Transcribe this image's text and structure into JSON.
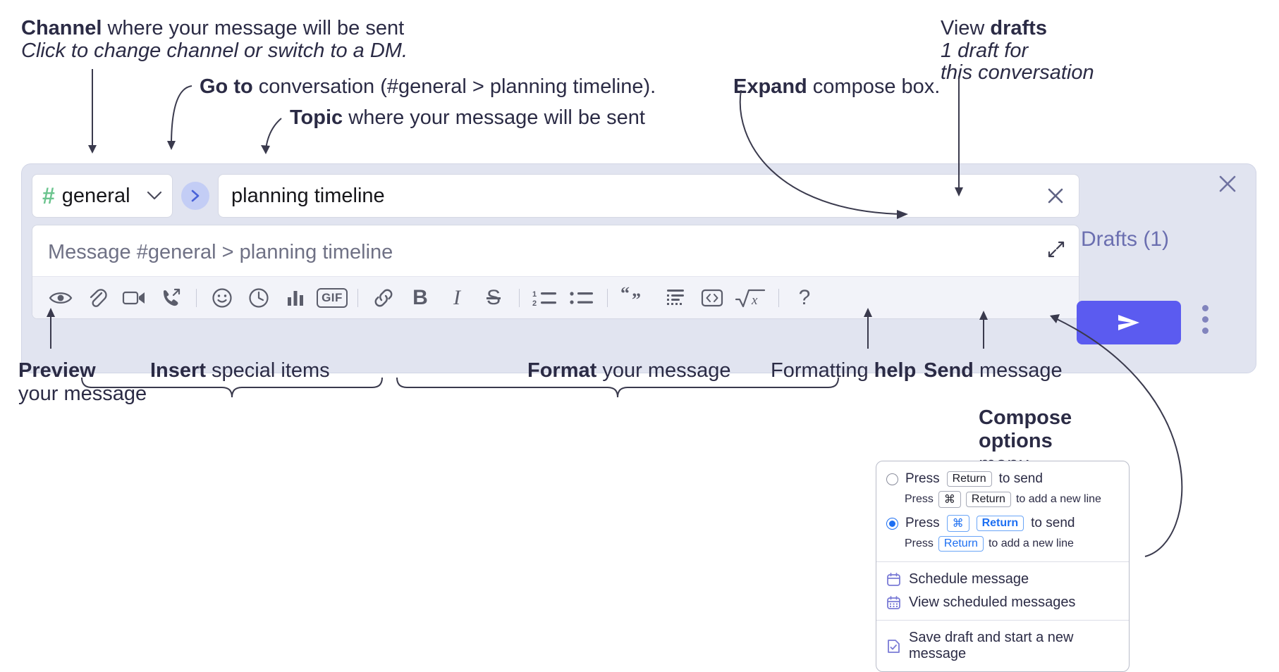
{
  "annotations": {
    "channel": {
      "bold": "Channel",
      "rest": " where your message will be sent",
      "sub": "Click to change channel or switch to a DM."
    },
    "goto": {
      "bold": "Go to",
      "rest": " conversation (#general > planning timeline)."
    },
    "topic": {
      "bold": "Topic",
      "rest": " where your message will be sent"
    },
    "expand": {
      "bold": "Expand",
      "rest": " compose box."
    },
    "drafts": {
      "pre": "View ",
      "bold": "drafts",
      "sub1": "1 draft for",
      "sub2": "this conversation"
    },
    "preview": {
      "bold": "Preview",
      "rest": "your message"
    },
    "insert": {
      "bold": "Insert",
      "rest": " special items"
    },
    "format": {
      "bold": "Format",
      "rest": " your message"
    },
    "help": {
      "pre": "Formatting ",
      "bold": "help"
    },
    "send": {
      "bold": "Send",
      "rest": " message"
    },
    "compose_options": {
      "l1": "Compose",
      "l2": "options",
      "l3": "menu"
    }
  },
  "compose": {
    "channel": {
      "hash": "#",
      "name": "general",
      "chevron": "chevron-down"
    },
    "goto_label": "go-to-conversation",
    "topic": {
      "value": "planning timeline",
      "clear": "clear-topic"
    },
    "message": {
      "placeholder": "Message #general > planning timeline"
    },
    "expand_label": "expand-compose-box",
    "drafts_label": "Drafts (1)",
    "send_label": "send",
    "close_label": "close-compose",
    "kebab_label": "compose-options",
    "toolbar": [
      {
        "name": "preview-icon",
        "kind": "eye"
      },
      {
        "name": "attachment-icon",
        "kind": "paperclip"
      },
      {
        "name": "video-icon",
        "kind": "video"
      },
      {
        "name": "huddle-icon",
        "kind": "phone"
      },
      {
        "name": "divider-1",
        "kind": "sep"
      },
      {
        "name": "emoji-icon",
        "kind": "smiley"
      },
      {
        "name": "schedule-icon",
        "kind": "clock"
      },
      {
        "name": "poll-icon",
        "kind": "bars"
      },
      {
        "name": "gif-icon",
        "kind": "gif",
        "text": "GIF"
      },
      {
        "name": "divider-2",
        "kind": "sep"
      },
      {
        "name": "link-icon",
        "kind": "link"
      },
      {
        "name": "bold-icon",
        "kind": "letter",
        "text": "B"
      },
      {
        "name": "italic-icon",
        "kind": "letter",
        "text": "I"
      },
      {
        "name": "strikethrough-icon",
        "kind": "strike",
        "text": "S"
      },
      {
        "name": "divider-3",
        "kind": "sep"
      },
      {
        "name": "ordered-list-icon",
        "kind": "ol"
      },
      {
        "name": "bulleted-list-icon",
        "kind": "ul"
      },
      {
        "name": "divider-4",
        "kind": "sep"
      },
      {
        "name": "blockquote-icon",
        "kind": "quote"
      },
      {
        "name": "code-block-icon",
        "kind": "codeblock"
      },
      {
        "name": "inline-code-icon",
        "kind": "code"
      },
      {
        "name": "math-icon",
        "kind": "math"
      },
      {
        "name": "divider-5",
        "kind": "sep"
      },
      {
        "name": "help-icon",
        "kind": "letter",
        "text": "?"
      }
    ]
  },
  "options_menu": {
    "radio1": {
      "selected": false,
      "pre": "Press",
      "key": "Return",
      "post": "to send",
      "sub_pre": "Press",
      "sub_key1": "⌘",
      "sub_key2": "Return",
      "sub_post": "to add a new line"
    },
    "radio2": {
      "selected": true,
      "pre": "Press",
      "key1": "⌘",
      "key2": "Return",
      "post": "to send",
      "sub_pre": "Press",
      "sub_key": "Return",
      "sub_post": "to add a new line"
    },
    "items": [
      {
        "icon": "calendar-icon",
        "label": "Schedule message"
      },
      {
        "icon": "calendar-grid-icon",
        "label": "View scheduled messages"
      },
      {
        "icon": "save-draft-icon",
        "label": "Save draft and start a new message"
      }
    ]
  },
  "colors": {
    "panel_bg": "#e1e4f0",
    "send_blue": "#5b5bf0",
    "drafts_purple": "#6b6fb0",
    "hash_green": "#6bc48e",
    "goto_bubble": "#c3cdf5",
    "radio_blue": "#1d6ff2",
    "menu_icon_purple": "#7a7bd6"
  }
}
